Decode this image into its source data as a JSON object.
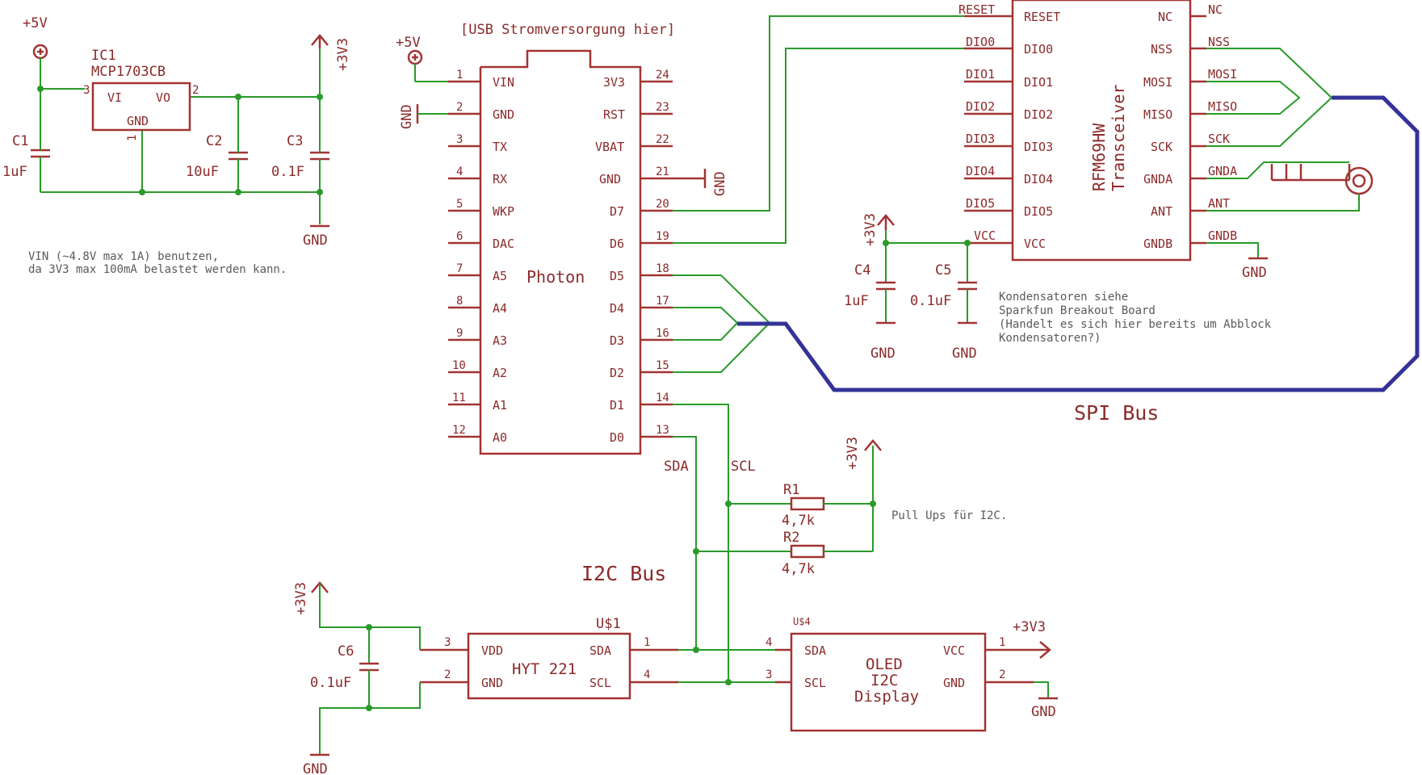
{
  "regulator": {
    "ref": "IC1",
    "part": "MCP1703CB",
    "pins": {
      "vi": "VI",
      "vo": "VO",
      "gnd": "GND",
      "n1": "1",
      "n2": "2",
      "n3": "3"
    },
    "in_label": "+5V",
    "out_label": "+3V3",
    "gnd_label": "GND",
    "caps": [
      {
        "ref": "C1",
        "value": "1uF"
      },
      {
        "ref": "C2",
        "value": "10uF"
      },
      {
        "ref": "C3",
        "value": "0.1F"
      }
    ],
    "note": [
      "VIN (~4.8V max 1A) benutzen,",
      "da 3V3 max 100mA belastet werden kann."
    ]
  },
  "photon": {
    "name": "Photon",
    "usb_note": "[USB Stromversorgung hier]",
    "vin_label": "+5V",
    "gnd_left_label": "GND",
    "gnd_right_label": "GND",
    "left_pins": [
      {
        "num": "1",
        "name": "VIN"
      },
      {
        "num": "2",
        "name": "GND"
      },
      {
        "num": "3",
        "name": "TX"
      },
      {
        "num": "4",
        "name": "RX"
      },
      {
        "num": "5",
        "name": "WKP"
      },
      {
        "num": "6",
        "name": "DAC"
      },
      {
        "num": "7",
        "name": "A5"
      },
      {
        "num": "8",
        "name": "A4"
      },
      {
        "num": "9",
        "name": "A3"
      },
      {
        "num": "10",
        "name": "A2"
      },
      {
        "num": "11",
        "name": "A1"
      },
      {
        "num": "12",
        "name": "A0"
      }
    ],
    "right_pins": [
      {
        "num": "24",
        "name": "3V3"
      },
      {
        "num": "23",
        "name": "RST"
      },
      {
        "num": "22",
        "name": "VBAT"
      },
      {
        "num": "21",
        "name": "GND"
      },
      {
        "num": "20",
        "name": "D7"
      },
      {
        "num": "19",
        "name": "D6"
      },
      {
        "num": "18",
        "name": "D5"
      },
      {
        "num": "17",
        "name": "D4"
      },
      {
        "num": "16",
        "name": "D3"
      },
      {
        "num": "15",
        "name": "D2"
      },
      {
        "num": "14",
        "name": "D1"
      },
      {
        "num": "13",
        "name": "D0"
      }
    ]
  },
  "rfm": {
    "name": [
      "RFM69HW",
      "Transceiver"
    ],
    "left_pins": [
      {
        "net": "RESET",
        "name": "RESET"
      },
      {
        "net": "DIO0",
        "name": "DIO0"
      },
      {
        "net": "DIO1",
        "name": "DIO1"
      },
      {
        "net": "DIO2",
        "name": "DIO2"
      },
      {
        "net": "DIO3",
        "name": "DIO3"
      },
      {
        "net": "DIO4",
        "name": "DIO4"
      },
      {
        "net": "DIO5",
        "name": "DIO5"
      },
      {
        "net": "VCC",
        "name": "VCC"
      }
    ],
    "right_pins": [
      {
        "net": "NC",
        "name": "NC"
      },
      {
        "net": "NSS",
        "name": "NSS"
      },
      {
        "net": "MOSI",
        "name": "MOSI"
      },
      {
        "net": "MISO",
        "name": "MISO"
      },
      {
        "net": "SCK",
        "name": "SCK"
      },
      {
        "net": "GNDA",
        "name": "GNDA"
      },
      {
        "net": "ANT",
        "name": "ANT"
      },
      {
        "net": "GNDB",
        "name": "GNDB"
      }
    ],
    "gndb_label": "GND",
    "vcc_label": "+3V3",
    "caps": [
      {
        "ref": "C4",
        "value": "1uF",
        "gnd": "GND"
      },
      {
        "ref": "C5",
        "value": "0.1uF",
        "gnd": "GND"
      }
    ],
    "note": [
      "Kondensatoren siehe",
      "Sparkfun Breakout Board",
      "(Handelt es sich hier bereits um Abblock",
      "Kondensatoren?)"
    ]
  },
  "spi_label": "SPI Bus",
  "i2c": {
    "label": "I2C Bus",
    "sda": "SDA",
    "scl": "SCL",
    "pullup_supply": "+3V3",
    "resistors": [
      {
        "ref": "R1",
        "value": "4,7k"
      },
      {
        "ref": "R2",
        "value": "4,7k"
      }
    ],
    "pullup_note": "Pull Ups für I2C."
  },
  "hyt": {
    "ref": "U$1",
    "name": "HYT 221",
    "pins": {
      "vdd": "VDD",
      "gnd": "GND",
      "sda": "SDA",
      "scl": "SCL",
      "n3": "3",
      "n2": "2",
      "n1": "1",
      "n4": "4"
    },
    "supply": "+3V3",
    "gnd_label": "GND",
    "cap": {
      "ref": "C6",
      "value": "0.1uF"
    }
  },
  "oled": {
    "ref": "U$4",
    "name": [
      "OLED",
      "I2C",
      "Display"
    ],
    "pins": {
      "sda": "SDA",
      "scl": "SCL",
      "vcc": "VCC",
      "gnd": "GND",
      "n4": "4",
      "n3": "3",
      "n1": "1",
      "n2": "2"
    },
    "supply": "+3V3",
    "gnd_label": "GND"
  }
}
